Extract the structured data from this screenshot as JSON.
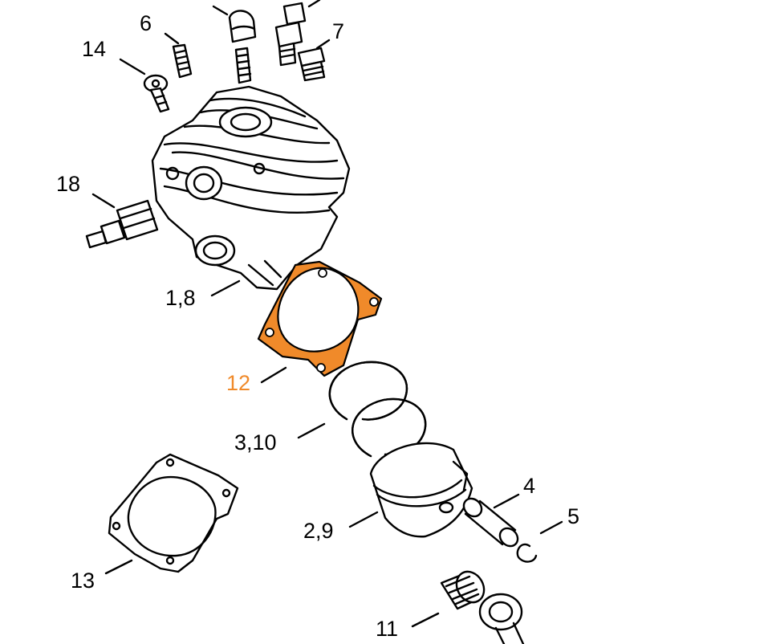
{
  "diagram": {
    "highlight_color": "#f08a2a",
    "ink_color": "#000000",
    "labels": {
      "l6": "6",
      "l14": "14",
      "l7": "7",
      "l18": "18",
      "l1_8": "1,8",
      "l12": "12",
      "l3_10": "3,10",
      "l4": "4",
      "l5": "5",
      "l2_9": "2,9",
      "l13": "13",
      "l11": "11"
    }
  }
}
